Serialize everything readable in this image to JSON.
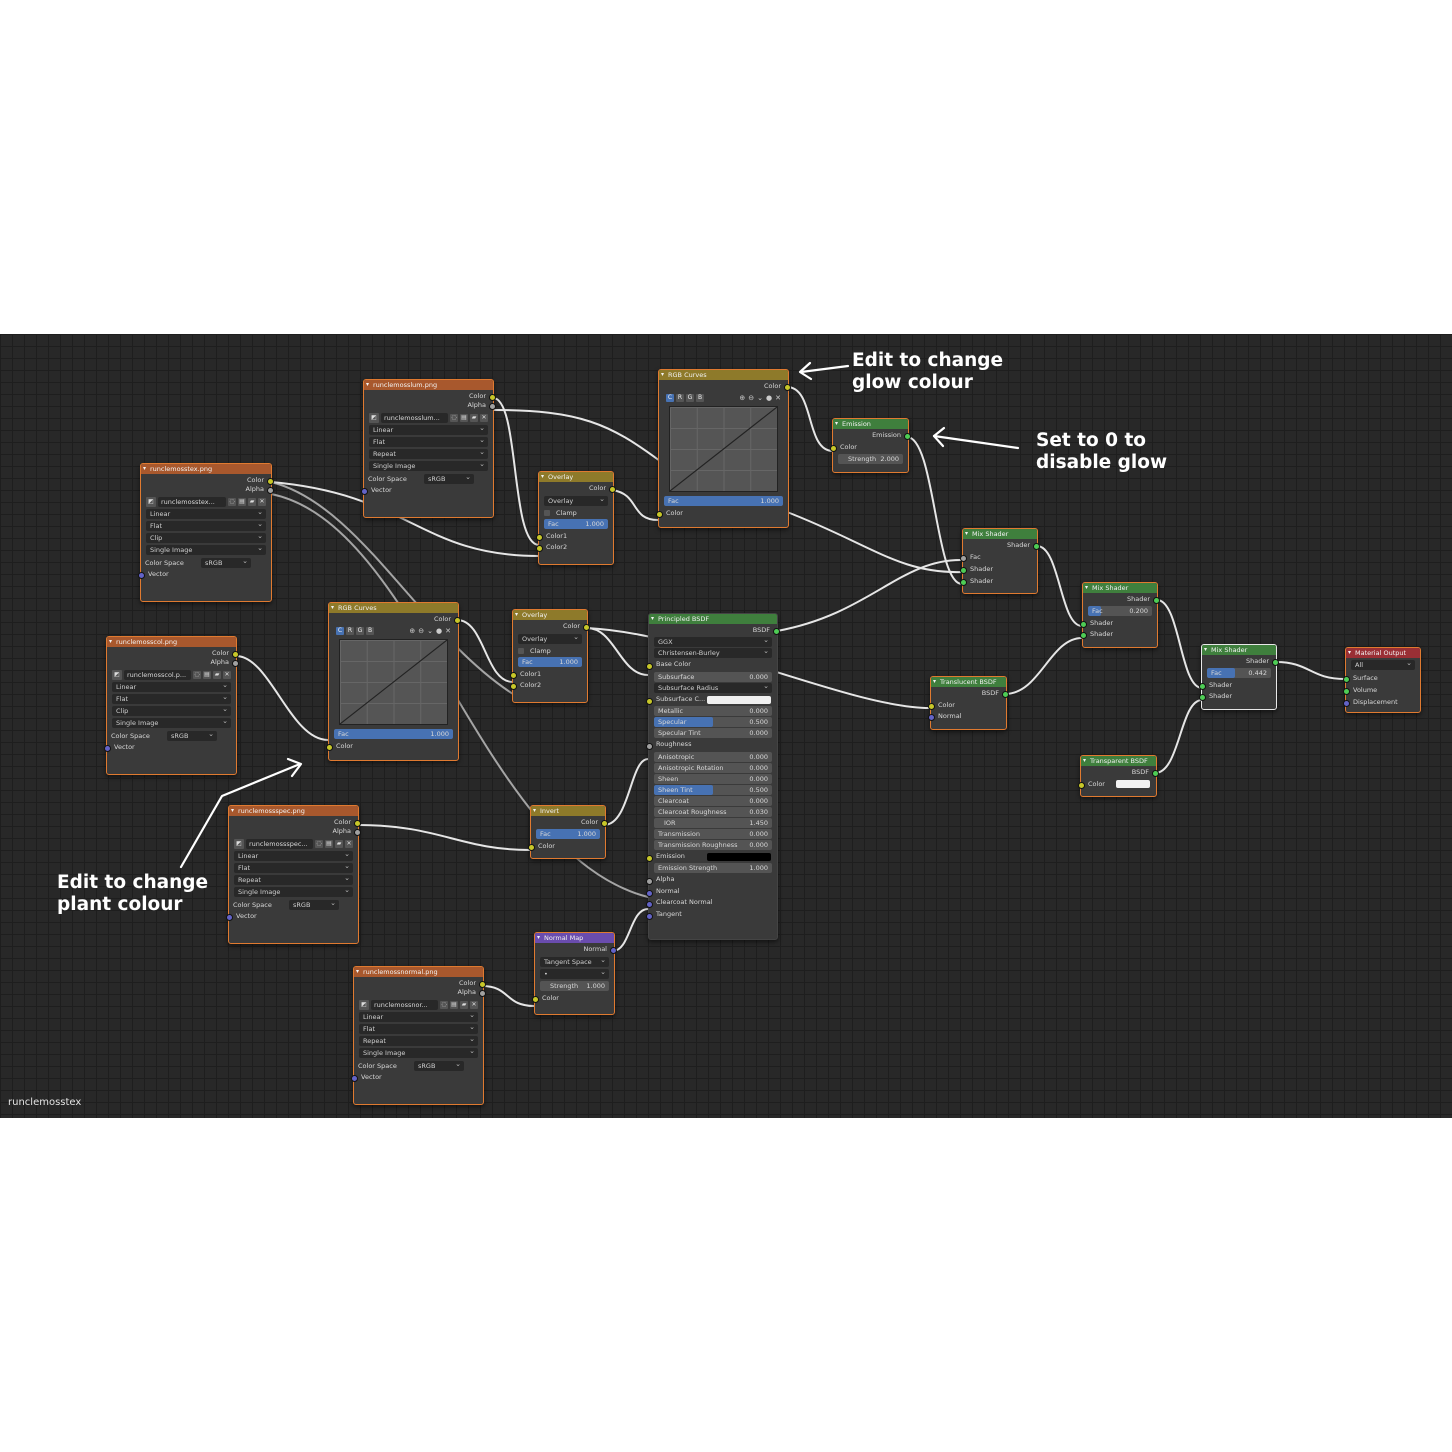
{
  "view_label": "runclemosstex",
  "annotations": {
    "glow_colour": [
      "Edit to change",
      "glow colour"
    ],
    "disable_glow": [
      "Set to 0 to",
      "disable glow"
    ],
    "plant_colour": [
      "Edit to change",
      "plant colour"
    ]
  },
  "image_nodes": {
    "lum": {
      "title": "runclemosslum.png",
      "file": "runclemosslum...",
      "interp": "Linear",
      "proj": "Flat",
      "ext": "Repeat",
      "source": "Single Image",
      "cs_label": "Color Space",
      "cs_value": "sRGB"
    },
    "tex": {
      "title": "runclemosstex.png",
      "file": "runclemosstex...",
      "interp": "Linear",
      "proj": "Flat",
      "ext": "Clip",
      "source": "Single Image",
      "cs_label": "Color Space",
      "cs_value": "sRGB"
    },
    "col": {
      "title": "runclemosscol.png",
      "file": "runclemosscol.p...",
      "interp": "Linear",
      "proj": "Flat",
      "ext": "Clip",
      "source": "Single Image",
      "cs_label": "Color Space",
      "cs_value": "sRGB"
    },
    "spec": {
      "title": "runclemossspec.png",
      "file": "runclemossspec...",
      "interp": "Linear",
      "proj": "Flat",
      "ext": "Repeat",
      "source": "Single Image",
      "cs_label": "Color Space",
      "cs_value": "sRGB"
    },
    "normal": {
      "title": "runclemossnormal.png",
      "file": "runclemossnor...",
      "interp": "Linear",
      "proj": "Flat",
      "ext": "Repeat",
      "source": "Single Image",
      "cs_label": "Color Space",
      "cs_value": "sRGB"
    }
  },
  "sockets": {
    "color": "Color",
    "alpha": "Alpha",
    "vector": "Vector",
    "fac": "Fac",
    "color1": "Color1",
    "color2": "Color2",
    "shader": "Shader",
    "bsdf": "BSDF",
    "emission": "Emission",
    "normal": "Normal",
    "strength": "Strength",
    "surface": "Surface",
    "volume": "Volume",
    "displacement": "Displacement"
  },
  "curves": {
    "title": "RGB Curves",
    "channels": [
      "C",
      "R",
      "G",
      "B"
    ],
    "fac": "1.000"
  },
  "overlay_top": {
    "title": "Overlay",
    "mode": "Overlay",
    "clamp": "Clamp",
    "fac": "1.000"
  },
  "overlay_mid": {
    "title": "Overlay",
    "mode": "Overlay",
    "clamp": "Clamp",
    "fac": "1.000"
  },
  "emission": {
    "title": "Emission",
    "strength": "2.000"
  },
  "mix1": {
    "title": "Mix Shader"
  },
  "mix2": {
    "title": "Mix Shader",
    "fac": "0.200"
  },
  "mix3": {
    "title": "Mix Shader",
    "fac": "0.442"
  },
  "translucent": {
    "title": "Translucent BSDF"
  },
  "transparent": {
    "title": "Transparent BSDF"
  },
  "output": {
    "title": "Material Output",
    "target": "All"
  },
  "invert": {
    "title": "Invert",
    "fac": "1.000"
  },
  "normal_map": {
    "title": "Normal Map",
    "space": "Tangent Space",
    "uv": "•",
    "strength": "1.000"
  },
  "principled": {
    "title": "Principled BSDF",
    "distribution": "GGX",
    "subsurface_method": "Christensen-Burley",
    "base_color": "Base Color",
    "subsurface": {
      "label": "Subsurface",
      "value": "0.000"
    },
    "subsurface_radius": "Subsurface Radius",
    "subsurface_color": "Subsurface C...",
    "metallic": {
      "label": "Metallic",
      "value": "0.000"
    },
    "specular": {
      "label": "Specular",
      "value": "0.500",
      "fill": 0.5
    },
    "specular_tint": {
      "label": "Specular Tint",
      "value": "0.000"
    },
    "roughness": "Roughness",
    "anisotropic": {
      "label": "Anisotropic",
      "value": "0.000"
    },
    "anisotropic_rotation": {
      "label": "Anisotropic Rotation",
      "value": "0.000"
    },
    "sheen": {
      "label": "Sheen",
      "value": "0.000"
    },
    "sheen_tint": {
      "label": "Sheen Tint",
      "value": "0.500",
      "fill": 0.5
    },
    "clearcoat": {
      "label": "Clearcoat",
      "value": "0.000"
    },
    "clearcoat_roughness": {
      "label": "Clearcoat Roughness",
      "value": "0.030"
    },
    "ior": {
      "label": "IOR",
      "value": "1.450"
    },
    "transmission": {
      "label": "Transmission",
      "value": "0.000"
    },
    "transmission_roughness": {
      "label": "Transmission Roughness",
      "value": "0.000"
    },
    "emission": "Emission",
    "emission_strength": {
      "label": "Emission Strength",
      "value": "1.000"
    },
    "alpha": "Alpha",
    "normal": "Normal",
    "clearcoat_normal": "Clearcoat Normal",
    "tangent": "Tangent"
  },
  "colors": {
    "canvas": "#282828",
    "texture_header": "#a8582d",
    "color_header": "#8e7a2a",
    "shader_header": "#3f7f3d",
    "vector_header": "#6a4cae",
    "output_header": "#9a2f35",
    "selection": "#e07a30",
    "slider_fill": "#4772b3"
  }
}
